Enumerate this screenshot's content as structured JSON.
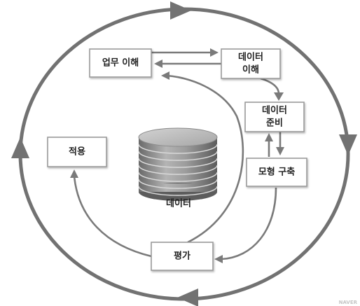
{
  "nodes": {
    "business": "업무 이해",
    "data_understanding_line1": "데이터",
    "data_understanding_line2": "이해",
    "data_prep_line1": "데이터",
    "data_prep_line2": "준비",
    "modeling": "모형 구축",
    "evaluation": "평가",
    "deployment": "적용"
  },
  "center_label": "데이터",
  "watermark": "NAVER",
  "colors": {
    "arrow": "#7a7a7a",
    "cycle": "#727272",
    "box_border": "#9a9a9a",
    "text": "#222222"
  }
}
